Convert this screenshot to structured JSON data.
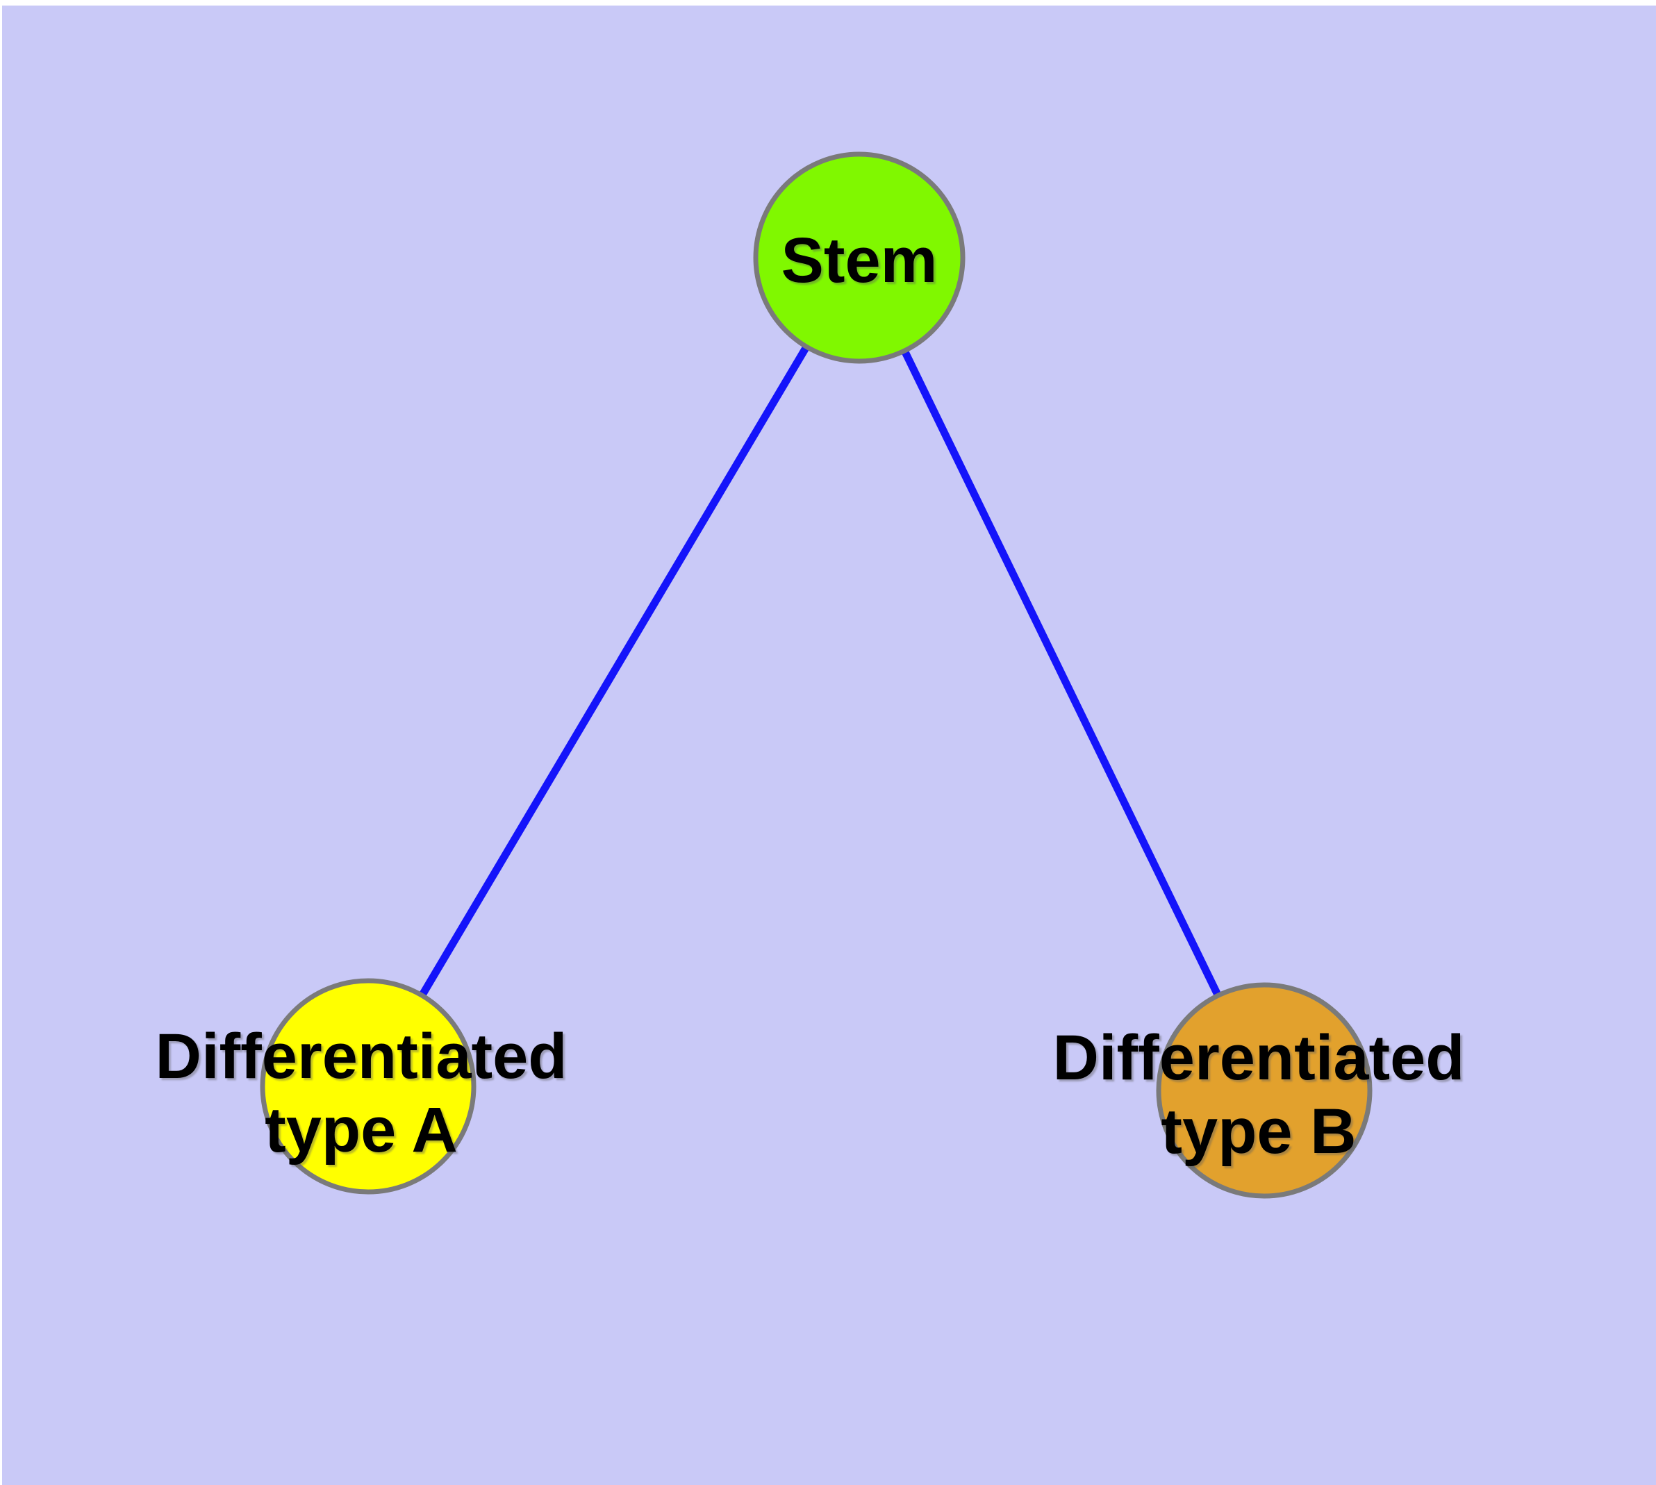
{
  "colors": {
    "background": "#C9C9F7",
    "node_border": "#7A7A7A",
    "edge": "#1414FA",
    "label_text": "#000000"
  },
  "graph": {
    "nodes": [
      {
        "id": "stem",
        "label": "Stem",
        "fill": "#80F800"
      },
      {
        "id": "differentiated-type-a",
        "label_line1": "Differentiated",
        "label_line2": "type A",
        "fill": "#FFFF00"
      },
      {
        "id": "differentiated-type-b",
        "label_line1": "Differentiated",
        "label_line2": "type B",
        "fill": "#E2A12D"
      }
    ],
    "edges": [
      {
        "from": "stem",
        "to": "differentiated-type-a"
      },
      {
        "from": "stem",
        "to": "differentiated-type-b"
      }
    ]
  }
}
